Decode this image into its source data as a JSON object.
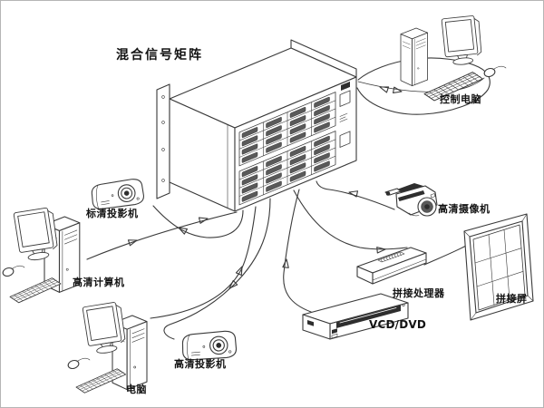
{
  "diagram": {
    "title": "混合信号矩阵",
    "labels": {
      "matrix": "混合信号矩阵",
      "control_pc": "控制电脑",
      "sd_projector": "标清投影机",
      "hd_computer": "高清计算机",
      "pc": "电脑",
      "hd_projector": "高清投影机",
      "vcd_dvd": "VCD/DVD",
      "processor": "拼接处理器",
      "screen": "拼接屏",
      "hd_camera": "高清摄像机"
    },
    "colors": {
      "line": "#3a3a3a",
      "dark_fill": "#2e2e2e",
      "background": "#ffffff"
    },
    "connections": [
      {
        "from": "控制电脑",
        "to": "混合信号矩阵",
        "direction": "bidirectional"
      },
      {
        "from": "混合信号矩阵",
        "to": "标清投影机",
        "direction": "out"
      },
      {
        "from": "高清计算机",
        "to": "混合信号矩阵",
        "direction": "in"
      },
      {
        "from": "电脑",
        "to": "混合信号矩阵",
        "direction": "in"
      },
      {
        "from": "混合信号矩阵",
        "to": "高清投影机",
        "direction": "out"
      },
      {
        "from": "VCD/DVD",
        "to": "混合信号矩阵",
        "direction": "in"
      },
      {
        "from": "高清摄像机",
        "to": "混合信号矩阵",
        "direction": "in"
      },
      {
        "from": "混合信号矩阵",
        "to": "拼接处理器",
        "direction": "out"
      },
      {
        "from": "拼接处理器",
        "to": "拼接屏",
        "direction": "out"
      }
    ]
  }
}
